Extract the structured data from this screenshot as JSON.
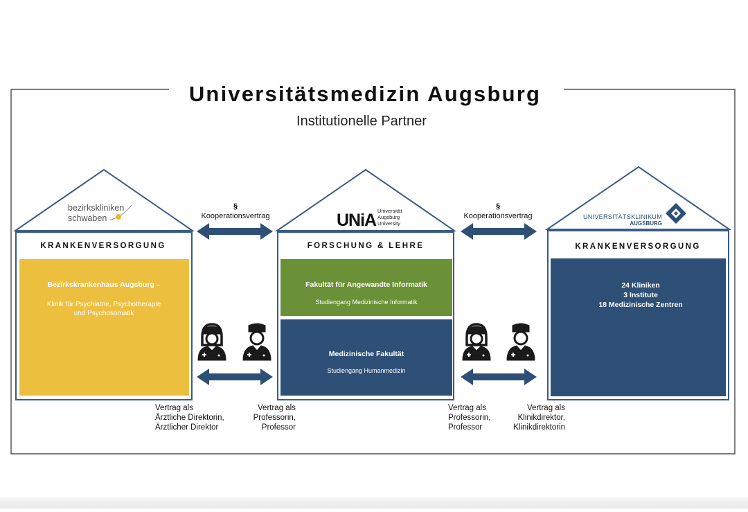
{
  "title": "Universitätsmedizin Augsburg",
  "subtitle": "Institutionelle Partner",
  "colors": {
    "frame": "#2c2c2c",
    "navy": "#2e5077",
    "house_outline": "#3b5b86",
    "yellow": "#edbf3f",
    "green": "#6a9137",
    "icon": "#1a1a1a",
    "logo_dot": "#e8b730"
  },
  "houses": [
    {
      "logo": {
        "line1": "bezirkskliniken",
        "line2": "schwaben"
      },
      "heading": "KRANKENVERSORGUNG",
      "box": {
        "title": "Bezirkskrankenhaus Augsburg –",
        "lines": [
          "Klinik für Psychiatrie, Psychotherapie",
          "und Psychosomatik"
        ]
      }
    },
    {
      "logo": {
        "mark": "UNiA",
        "lines": [
          "Universität",
          "Augsburg",
          "University"
        ]
      },
      "heading": "FORSCHUNG & LEHRE",
      "boxes": [
        {
          "title": "Fakultät für Angewandte Informatik",
          "sub": "Studiengang Medizinische Informatik"
        },
        {
          "title": "Medizinische Fakultät",
          "sub": "Studiengang Humanmedizin"
        }
      ]
    },
    {
      "logo": {
        "line1": "UNIVERSITÄTSKLINIKUM",
        "line2": "AUGSBURG"
      },
      "heading": "KRANKENVERSORGUNG",
      "box": {
        "lines": [
          "24 Kliniken",
          "3 Institute",
          "18 Medizinische Zentren"
        ]
      }
    }
  ],
  "agreements": [
    {
      "symbol": "§",
      "label": "Kooperationsvertrag"
    },
    {
      "symbol": "§",
      "label": "Kooperationsvertrag"
    }
  ],
  "contract_labels": [
    [
      "Vertrag als",
      "Ärztliche Direktorin,",
      "Ärztlicher Direktor"
    ],
    [
      "Vertrag als",
      "Professorin,",
      "Professor"
    ],
    [
      "Vertrag als",
      "Professorin,",
      "Professor"
    ],
    [
      "Vertrag als",
      "Klinikdirektor,",
      "Klinikdirektorin"
    ]
  ],
  "icons": [
    "female-doctor-icon",
    "male-doctor-icon",
    "female-doctor-icon",
    "male-doctor-icon"
  ]
}
